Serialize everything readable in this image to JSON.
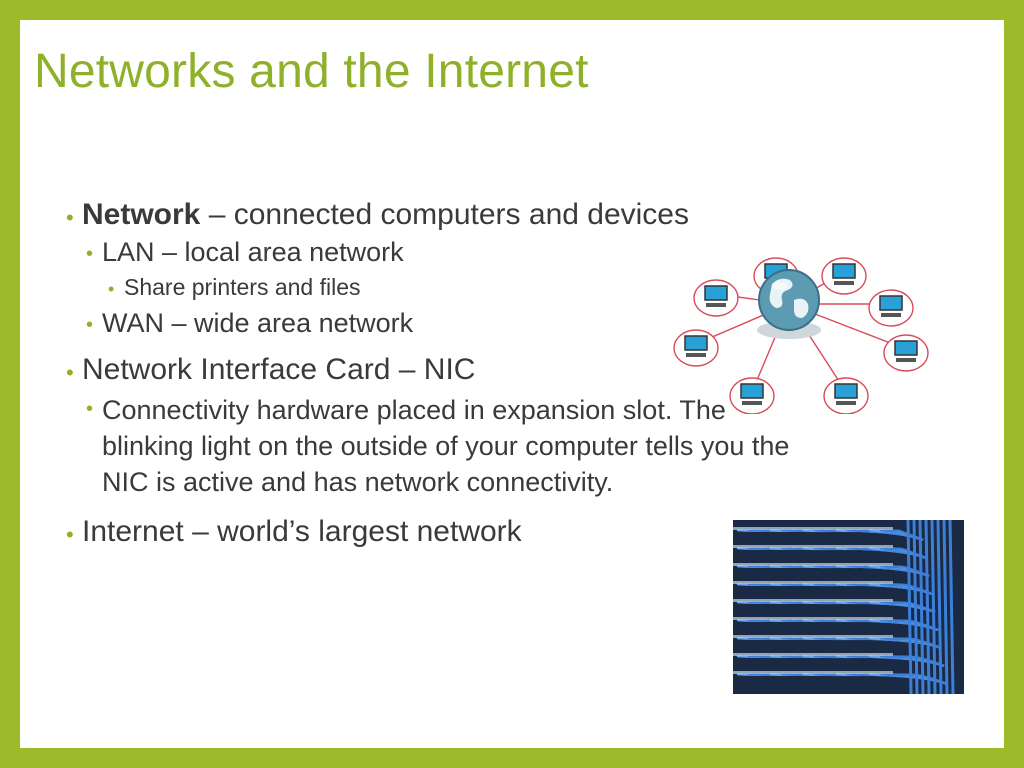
{
  "slide": {
    "title": "Networks and the Internet",
    "bullets": [
      {
        "level": 1,
        "strong": "Network",
        "text": " – connected computers and devices"
      },
      {
        "level": 2,
        "text": "LAN – local area network"
      },
      {
        "level": 3,
        "text": "Share printers and files"
      },
      {
        "level": 2,
        "text": "WAN – wide area network"
      },
      {
        "level": 1,
        "text": "Network Interface Card – NIC"
      },
      {
        "level": 2,
        "text": "Connectivity hardware placed in expansion slot. The blinking light on the outside of your computer tells you the NIC is active and has network connectivity."
      },
      {
        "level": 1,
        "text": "Internet – world’s largest network"
      }
    ]
  },
  "images": {
    "network": "globe-network-diagram",
    "cables": "blue-patch-cables-photo"
  },
  "colors": {
    "frame": "#9dba2a",
    "title": "#8fb12a",
    "text": "#3a3a3a",
    "cable": "#3d7fd6"
  }
}
